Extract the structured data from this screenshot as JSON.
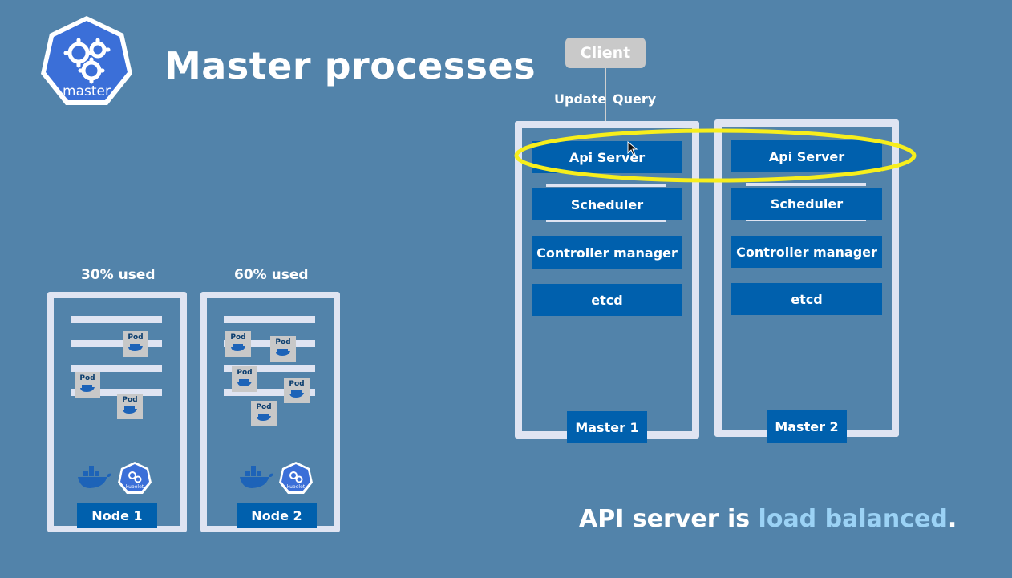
{
  "logo": {
    "text": "master",
    "color": "#3b6fd8"
  },
  "title": "Master processes",
  "client": {
    "label": "Client",
    "update": "Update",
    "query": "Query"
  },
  "masters": [
    {
      "label": "Master 1",
      "processes": [
        "Api Server",
        "Scheduler",
        "Controller manager",
        "etcd"
      ]
    },
    {
      "label": "Master 2",
      "processes": [
        "Api Server",
        "Scheduler",
        "Controller manager",
        "etcd"
      ]
    }
  ],
  "nodes": [
    {
      "label": "Node 1",
      "usage": "30% used"
    },
    {
      "label": "Node 2",
      "usage": "60% used"
    }
  ],
  "pod_label": "Pod",
  "kubelet_label": "kubelet",
  "footer": {
    "prefix": "API server is ",
    "highlight": "load balanced",
    "suffix": "."
  },
  "colors": {
    "background": "#5283aa",
    "box": "#0060ad",
    "frame": "#dfe4f2",
    "highlight": "#f7ee1c"
  }
}
